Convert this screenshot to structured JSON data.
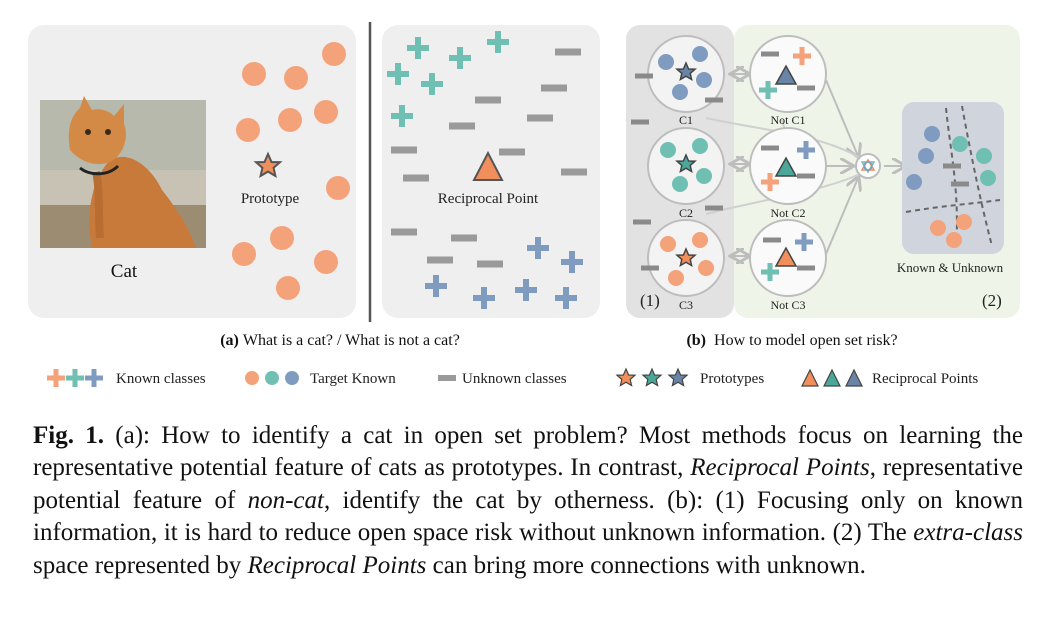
{
  "panel_a": {
    "cat_label": "Cat",
    "prototype_label": "Prototype",
    "reciprocal_label": "Reciprocal Point",
    "subcaption_tag": "(a)",
    "subcaption_text": "What is a cat? / What is not a cat?"
  },
  "panel_b": {
    "cluster_labels": [
      "C1",
      "C2",
      "C3"
    ],
    "not_labels": [
      "Not C1",
      "Not C2",
      "Not C3"
    ],
    "merged_label": "Known & Unknown",
    "part1_label": "(1)",
    "part2_label": "(2)",
    "subcaption_tag": "(b)",
    "subcaption_text": "How to model open set risk?"
  },
  "legend": {
    "known_classes": "Known classes",
    "target_known": "Target Known",
    "unknown_classes": "Unknown classes",
    "prototypes": "Prototypes",
    "reciprocal_points": "Reciprocal Points"
  },
  "colors": {
    "orange": "#f4a27a",
    "teal": "#6fbfb3",
    "blue": "#7f9cc0",
    "gray_bar": "#9a9a9a",
    "panel_bg": "#efefef",
    "green_bg": "#eef5e8"
  },
  "caption": {
    "fig_label": "Fig. 1.",
    "t1": " (a): How to identify a cat in open set problem? Most methods focus on learning the representative potential feature of cats as prototypes. In contrast, ",
    "i1": "Reciprocal Points",
    "t2": ", representative potential feature of ",
    "i2": "non-cat",
    "t3": ", identify the cat by otherness. (b): (1) Focusing only on known information, it is hard to reduce open space risk without unknown information. (2) The ",
    "i3": "extra-class",
    "t4": " space represented by ",
    "i4": "Reciprocal Points",
    "t5": " can bring more connections with unknown."
  }
}
